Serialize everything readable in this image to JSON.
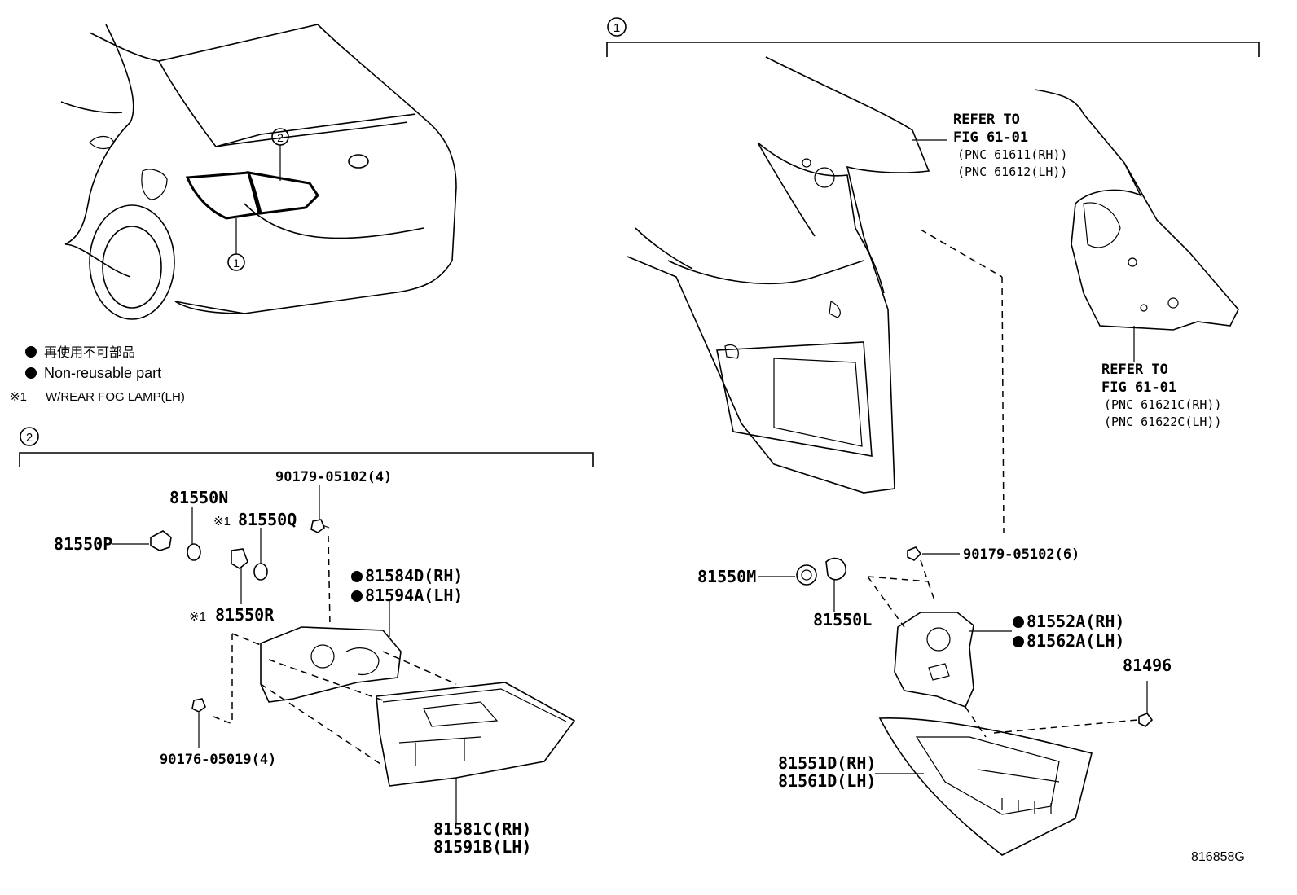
{
  "legend": {
    "non_reusable_jp": "再使用不可部品",
    "non_reusable_en": "Non-reusable part",
    "note_mark": "※1",
    "note_text": "W/REAR FOG LAMP(LH)"
  },
  "group_markers": {
    "g1": "1",
    "g2": "2"
  },
  "callouts": {
    "ref1_a": "REFER TO",
    "ref1_b": "FIG 61-01",
    "ref1_c": "(PNC 61611(RH))",
    "ref1_d": "(PNC 61612(LH))",
    "ref2_a": "REFER TO",
    "ref2_b": "FIG 61-01",
    "ref2_c": "(PNC 61621C(RH))",
    "ref2_d": "(PNC 61622C(LH))"
  },
  "parts": {
    "p90179_4": "90179-05102(4)",
    "p81550N": "81550N",
    "p81550Q_mark": "※1",
    "p81550Q": "81550Q",
    "p81550P": "81550P",
    "p81584D": "81584D(RH)",
    "p81594A": "81594A(LH)",
    "p81550R_mark": "※1",
    "p81550R": "81550R",
    "p90176": "90176-05019(4)",
    "p81581C": "81581C(RH)",
    "p81591B": "81591B(LH)",
    "p90179_6": "90179-05102(6)",
    "p81550M": "81550M",
    "p81550L": "81550L",
    "p81552A": "81552A(RH)",
    "p81562A": "81562A(LH)",
    "p81496": "81496",
    "p81551D": "81551D(RH)",
    "p81561D": "81561D(LH)"
  },
  "figure_code": "816858G"
}
